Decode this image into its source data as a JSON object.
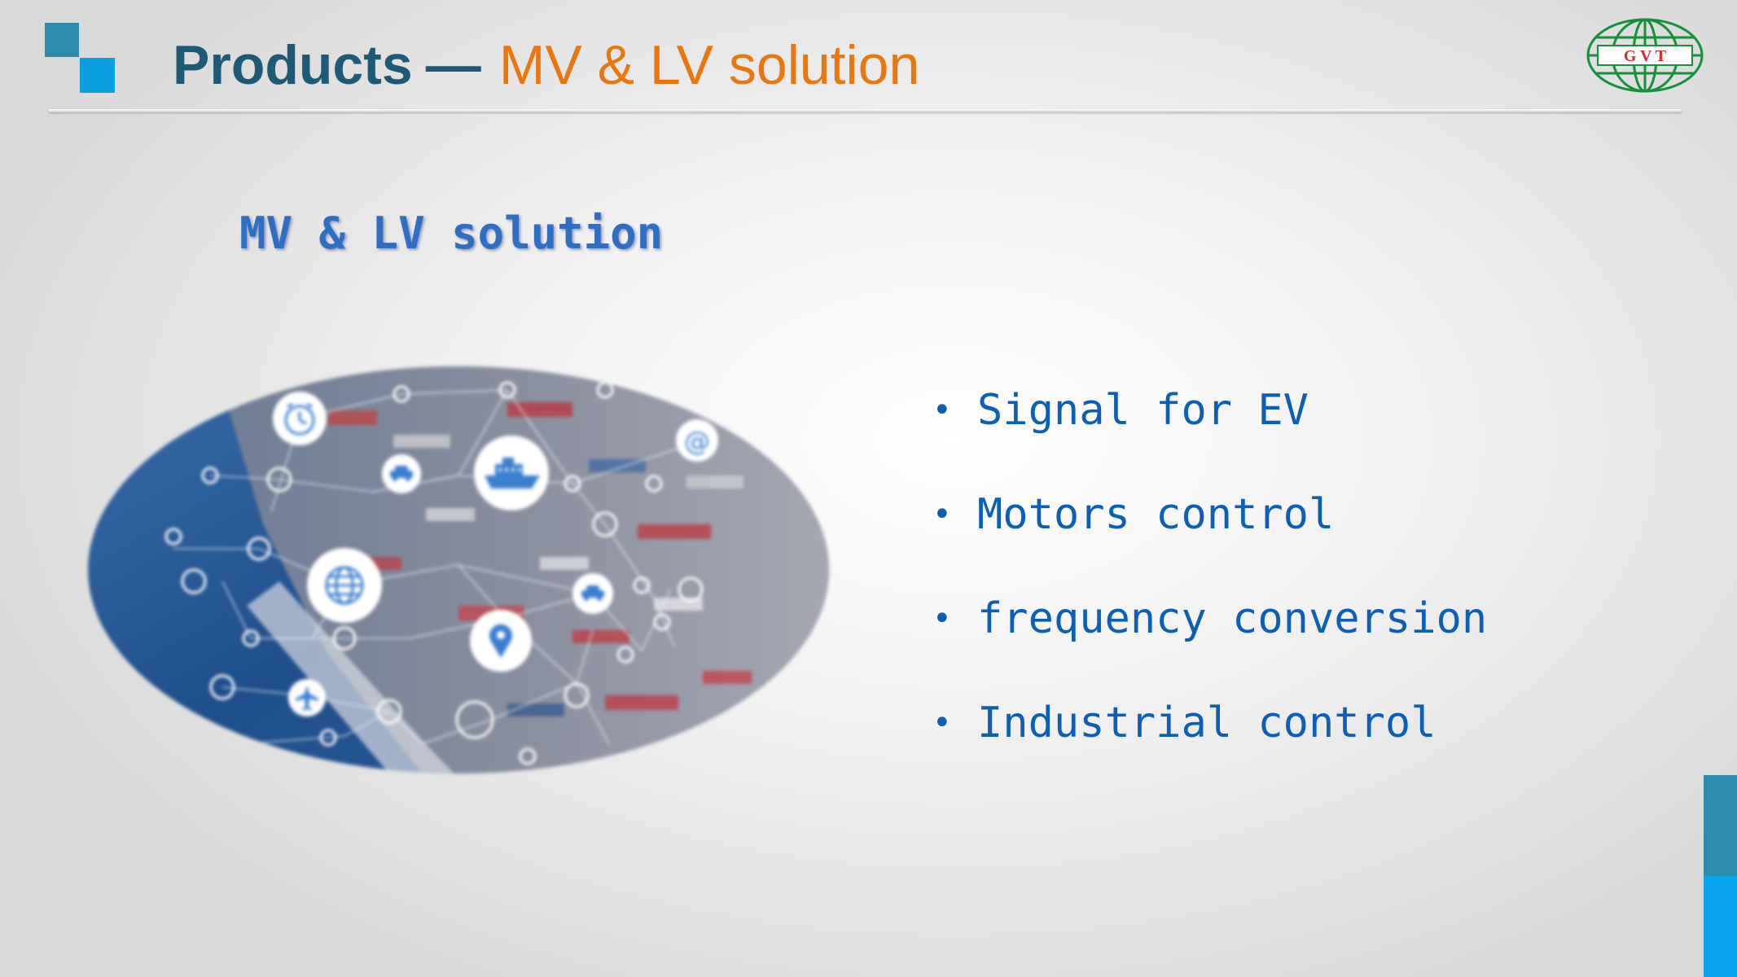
{
  "header": {
    "title_main": "Products",
    "title_separator": "—",
    "title_sub": "MV & LV solution"
  },
  "logo": {
    "text": "G V T",
    "color": "#14913a"
  },
  "section_heading": "MV & LV solution",
  "bullets": [
    {
      "symbol": "•",
      "label": "Signal for EV"
    },
    {
      "symbol": "•",
      "label": "Motors control"
    },
    {
      "symbol": "•",
      "label": "frequency conversion"
    },
    {
      "symbol": "•",
      "label": "Industrial control"
    }
  ],
  "illustration": {
    "icons": [
      "alarm-clock-icon",
      "car-icon",
      "ship-icon",
      "at-sign-icon",
      "globe-icon",
      "car-icon",
      "location-pin-icon",
      "airplane-icon"
    ]
  },
  "colors": {
    "title_dark": "#1c5a78",
    "title_accent": "#e8770f",
    "bullet_text": "#0d5fb6",
    "accent_teal": "#2c8cad",
    "accent_blue": "#0ba4ec"
  }
}
